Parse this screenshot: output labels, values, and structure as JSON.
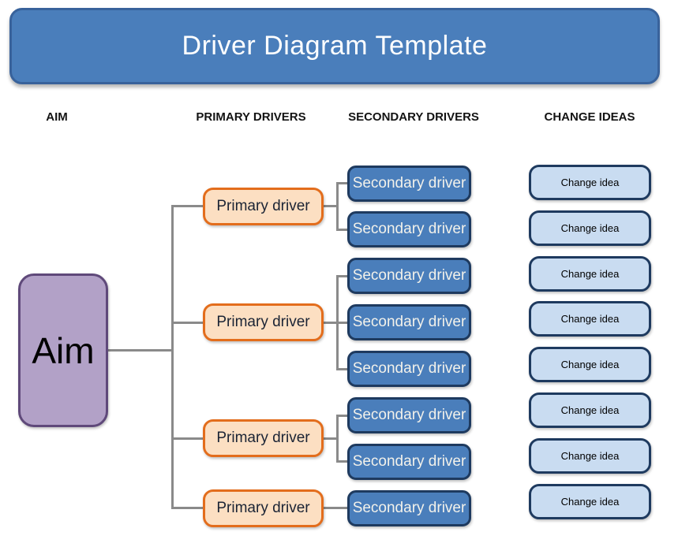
{
  "header": {
    "title": "Driver Diagram Template"
  },
  "column_headers": [
    "AIM",
    "PRIMARY DRIVERS",
    "SECONDARY DRIVERS",
    "CHANGE IDEAS"
  ],
  "aim": {
    "label": "Aim"
  },
  "primary_drivers": [
    {
      "label": "Primary driver",
      "secondary_drivers": [
        "Secondary driver",
        "Secondary driver"
      ]
    },
    {
      "label": "Primary driver",
      "secondary_drivers": [
        "Secondary driver",
        "Secondary driver",
        "Secondary driver"
      ]
    },
    {
      "label": "Primary driver",
      "secondary_drivers": [
        "Secondary driver",
        "Secondary driver"
      ]
    },
    {
      "label": "Primary driver",
      "secondary_drivers": [
        "Secondary driver"
      ]
    }
  ],
  "change_ideas": [
    "Change idea",
    "Change idea",
    "Change idea",
    "Change idea",
    "Change idea",
    "Change idea",
    "Change idea",
    "Change idea"
  ],
  "colors": {
    "banner_fill": "#4A7EBB",
    "banner_border": "#38629B",
    "aim_fill": "#B2A1C7",
    "aim_border": "#5F497A",
    "primary_fill": "#FCDFC2",
    "primary_border": "#E36D1C",
    "secondary_fill": "#4A7EBB",
    "secondary_border": "#1E3A5F",
    "change_fill": "#C9DCF1",
    "change_border": "#1E3A5F",
    "line_color": "#8A8A8A"
  }
}
